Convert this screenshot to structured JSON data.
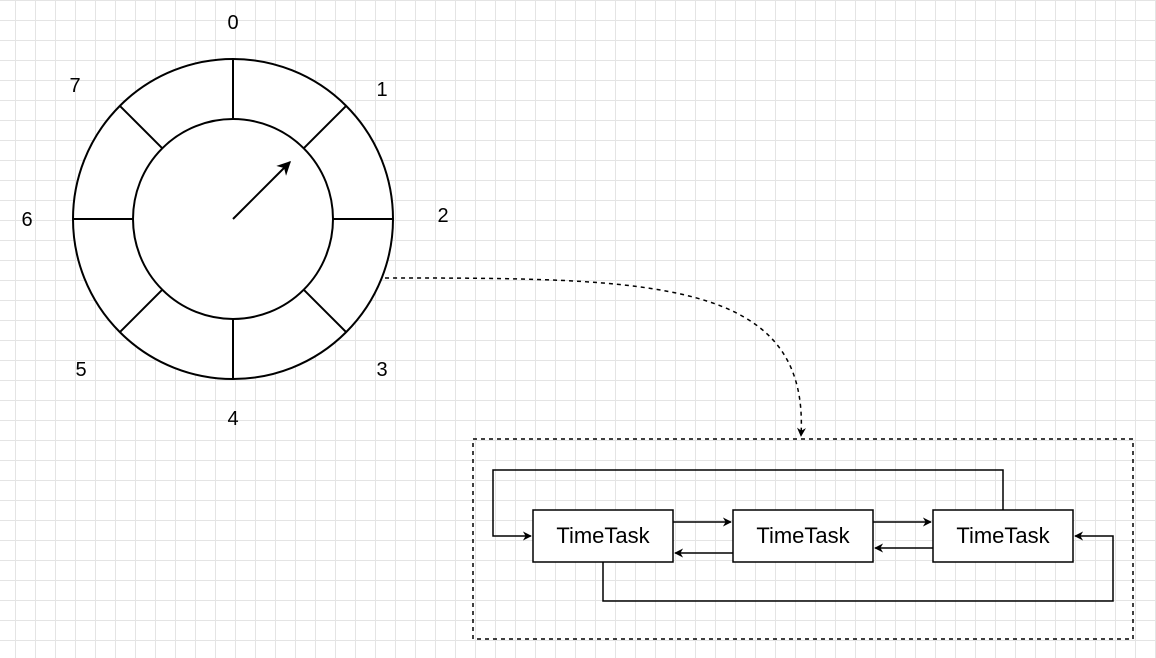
{
  "wheel": {
    "slots": [
      "0",
      "1",
      "2",
      "3",
      "4",
      "5",
      "6",
      "7"
    ]
  },
  "task_list": {
    "tasks": [
      "TimeTask",
      "TimeTask",
      "TimeTask"
    ]
  }
}
